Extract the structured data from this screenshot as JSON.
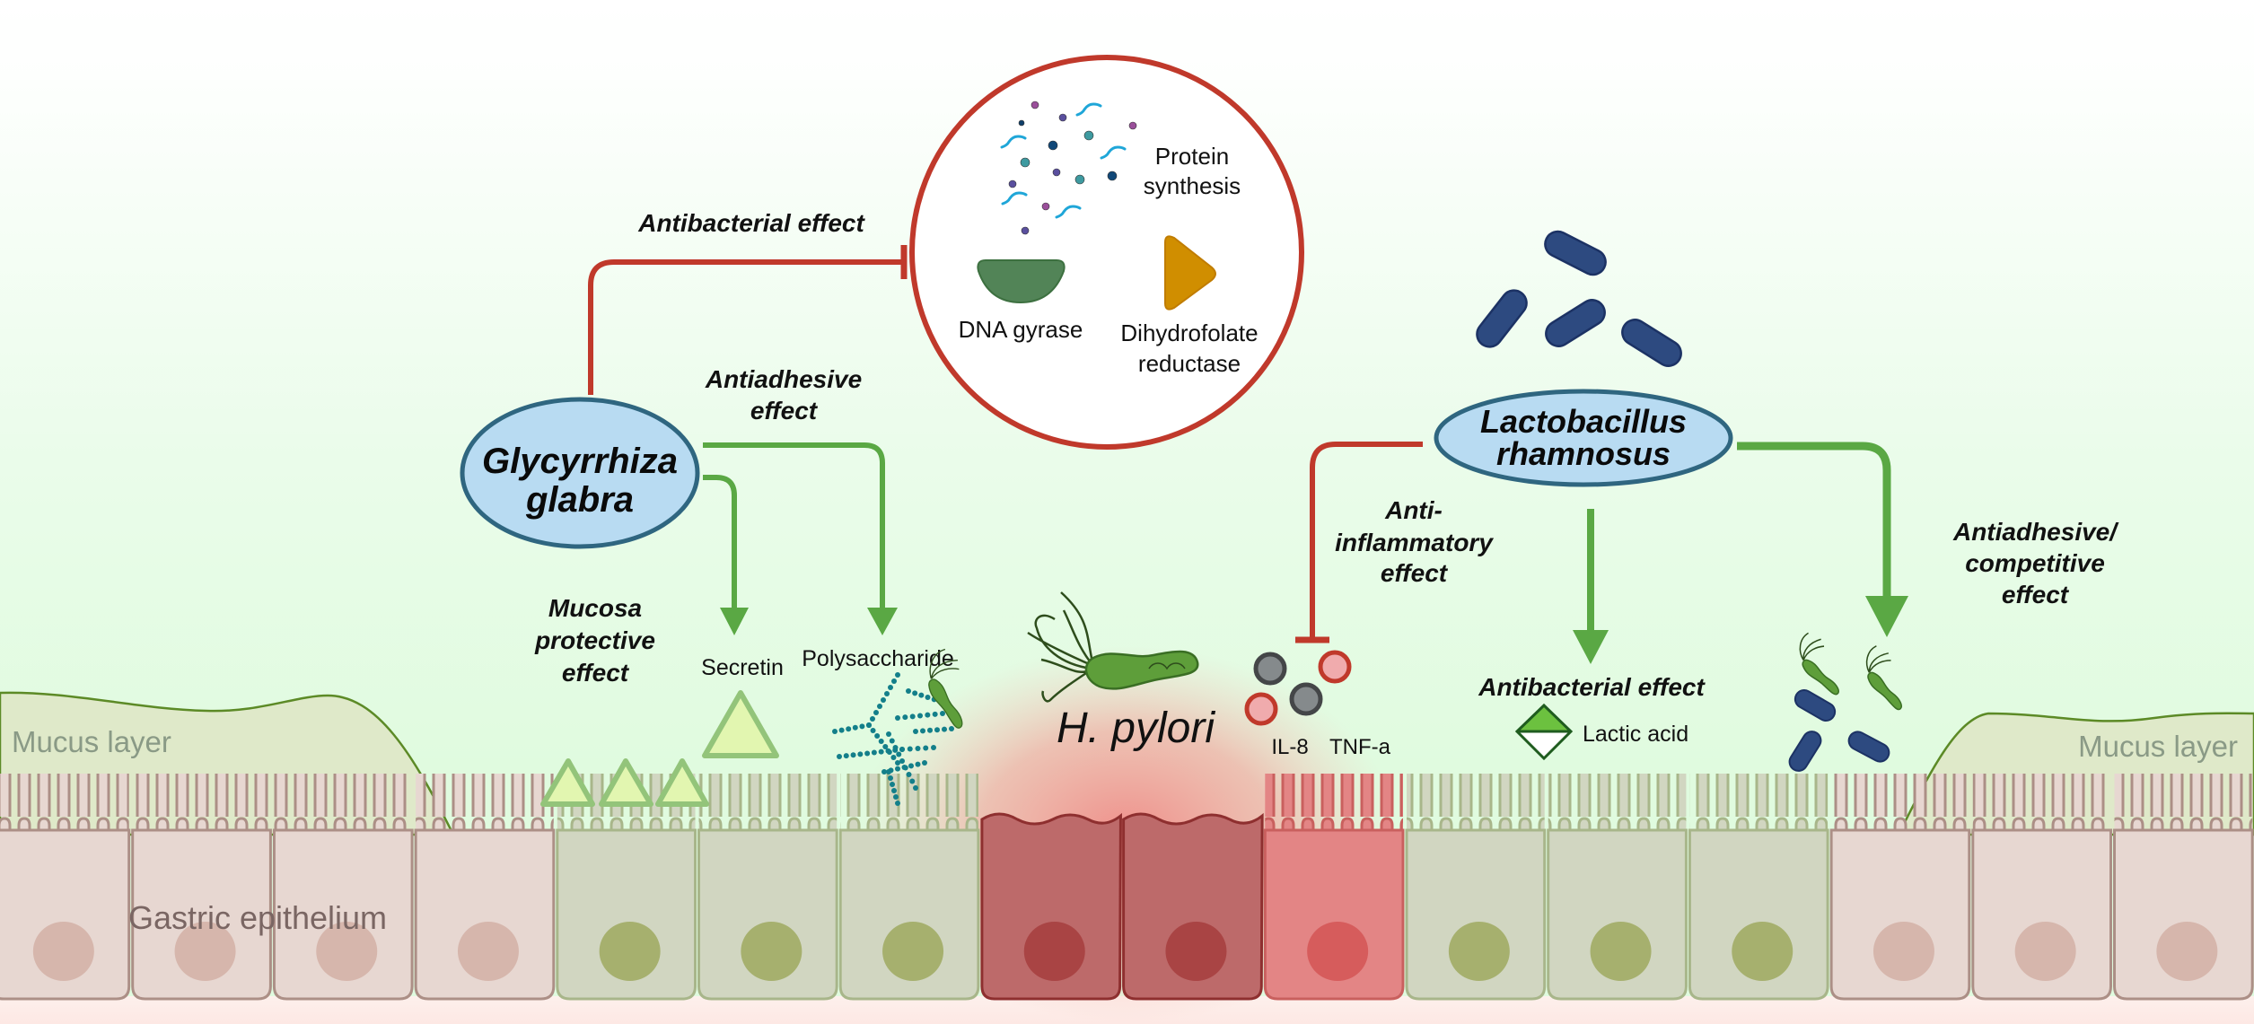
{
  "figure": {
    "nodes": {
      "glycyrrhiza": {
        "line1": "Glycyrrhiza",
        "line2": "glabra"
      },
      "lactobacillus": {
        "line1": "Lactobacillus",
        "line2": "rhamnosus"
      }
    },
    "target_circle": {
      "protein_synthesis": {
        "line1": "Protein",
        "line2": "synthesis"
      },
      "dna_gyrase": "DNA gyrase",
      "dhfr": {
        "line1": "Dihydrofolate",
        "line2": "reductase"
      }
    },
    "effects": {
      "glycyrrhiza_antibacterial": "Antibacterial effect",
      "glycyrrhiza_antiadhesive": {
        "line1": "Antiadhesive",
        "line2": "effect"
      },
      "mucosa_protective": {
        "line1": "Mucosa",
        "line2": "protective",
        "line3": "effect"
      },
      "anti_inflammatory": {
        "line1": "Anti-",
        "line2": "inflammatory",
        "line3": "effect"
      },
      "lactobacillus_antibacterial": "Antibacterial effect",
      "antiadhesive_competitive": {
        "line1": "Antiadhesive/",
        "line2": "competitive",
        "line3": "effect"
      }
    },
    "molecules": {
      "secretin": "Secretin",
      "polysaccharide": "Polysaccharide",
      "lactic_acid": "Lactic acid",
      "il8": "IL-8",
      "tnfa": "TNF-a"
    },
    "pathogen": "H. pylori",
    "tissue": {
      "mucus_left": "Mucus layer",
      "mucus_right": "Mucus layer",
      "epithelium": "Gastric epithelium"
    },
    "cells": [
      {
        "state": "normal"
      },
      {
        "state": "normal"
      },
      {
        "state": "normal"
      },
      {
        "state": "normal"
      },
      {
        "state": "protected"
      },
      {
        "state": "protected"
      },
      {
        "state": "protected"
      },
      {
        "state": "damaged"
      },
      {
        "state": "damaged"
      },
      {
        "state": "inflamed"
      },
      {
        "state": "protected"
      },
      {
        "state": "protected"
      },
      {
        "state": "protected"
      },
      {
        "state": "normal"
      },
      {
        "state": "normal"
      },
      {
        "state": "normal"
      }
    ],
    "colors": {
      "inhibition": "#c0392b",
      "activation": "#5aa844",
      "node_fill": "#b8dbf2",
      "node_stroke": "#2f6680",
      "lactobacillus_rod": "#2d4a80",
      "hpylori": "#5e9e3a"
    }
  }
}
